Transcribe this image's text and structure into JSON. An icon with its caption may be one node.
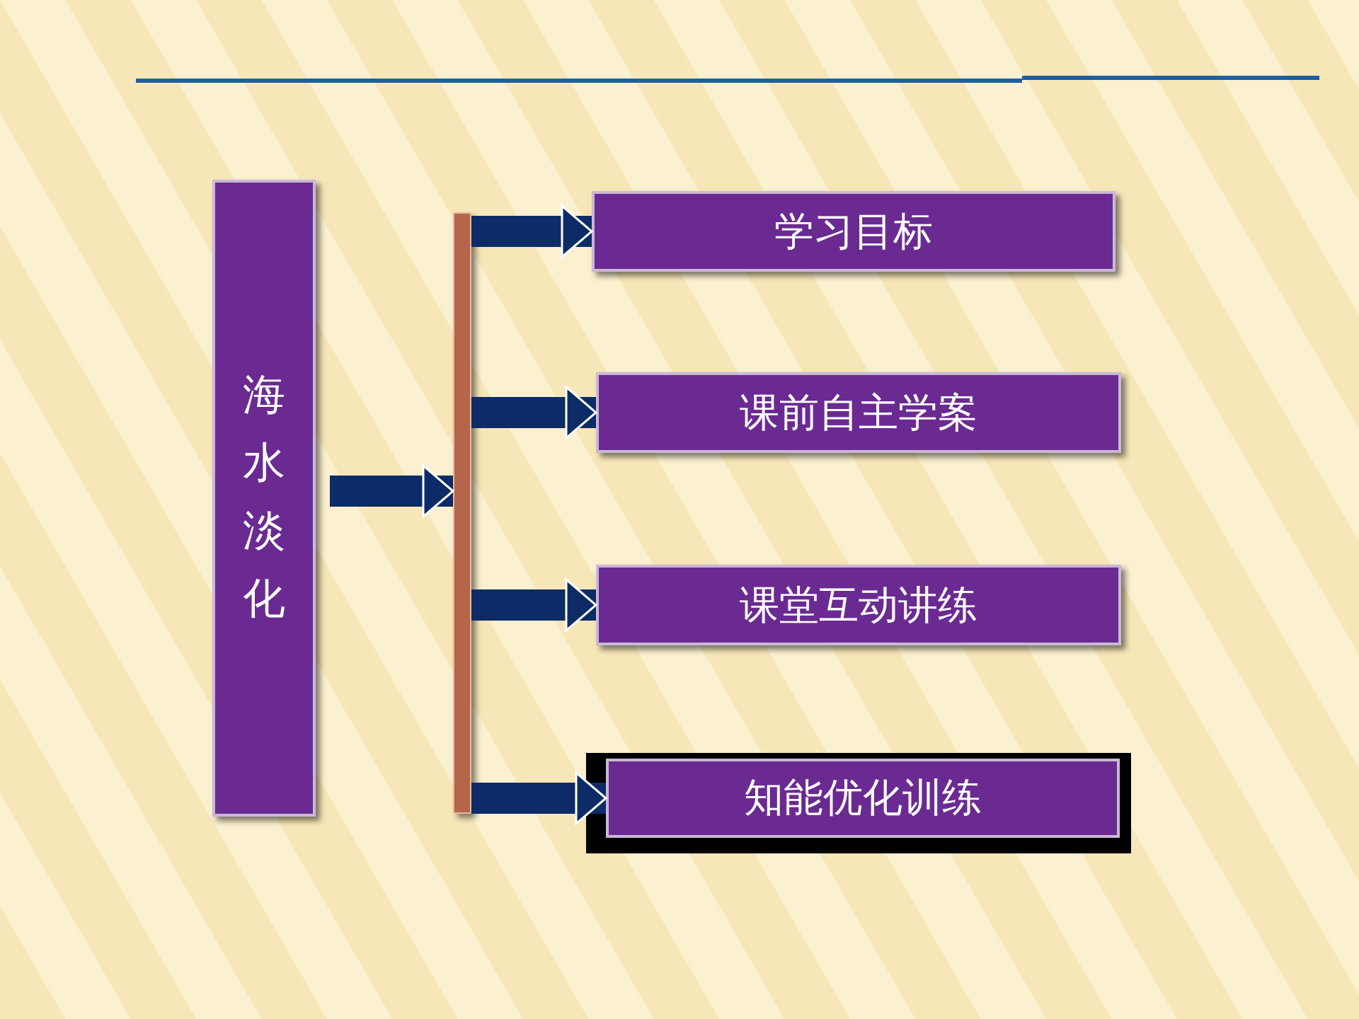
{
  "diagram": {
    "nodes": [
      {
        "text": [
          "海水淡化"
        ]
      },
      {
        "text": [],
        "shape": "bar"
      },
      {
        "text": [
          "学习目标"
        ]
      },
      {
        "text": [
          "课前自主学案"
        ]
      },
      {
        "text": [
          "课堂互动讲练"
        ]
      },
      {
        "text": [
          "知能优化训练"
        ]
      }
    ],
    "edges": [
      {
        "from": 0,
        "to": 1,
        "arrow": "to"
      },
      {
        "from": 1,
        "to": 2,
        "arrow": "to"
      },
      {
        "from": 1,
        "to": 3,
        "arrow": "to"
      },
      {
        "from": 1,
        "to": 4,
        "arrow": "to"
      },
      {
        "from": 1,
        "to": 5,
        "arrow": "to"
      }
    ]
  }
}
